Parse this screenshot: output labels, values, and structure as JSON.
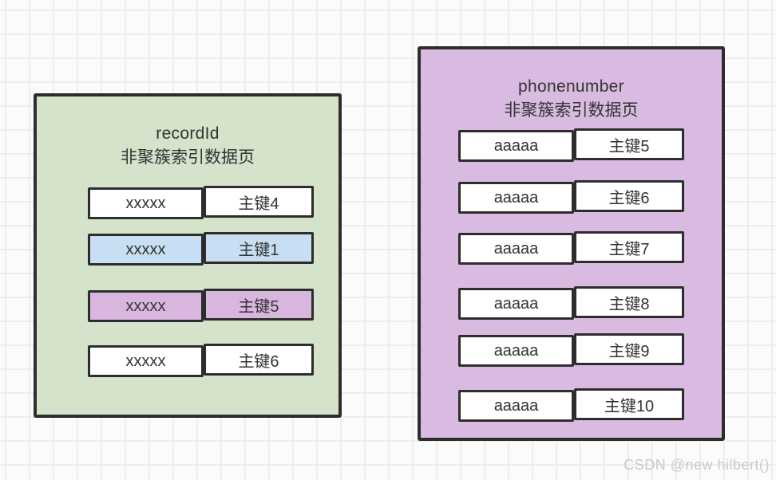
{
  "watermark": "CSDN @new hilbert()",
  "colors": {
    "outline": "#2d2d2d",
    "grid_line": "#ededed",
    "background": "#fbfbfb",
    "watermark_text": "#c9c9c9",
    "panel_left_fill": "#d4e3ca",
    "panel_right_fill": "#d9bbe2",
    "highlight_blue": "#c7def3",
    "highlight_purple": "#d9b6de",
    "row_default": "#ffffff"
  },
  "panels": [
    {
      "id": "recordid-page",
      "title": "recordId",
      "subtitle": "非聚簇索引数据页",
      "fill": "#d4e3ca",
      "rows": [
        {
          "value": "xxxxx",
          "key": "主键4",
          "highlight": "default"
        },
        {
          "value": "xxxxx",
          "key": "主键1",
          "highlight": "blue"
        },
        {
          "value": "xxxxx",
          "key": "主键5",
          "highlight": "purple"
        },
        {
          "value": "xxxxx",
          "key": "主键6",
          "highlight": "default"
        }
      ]
    },
    {
      "id": "phonenumber-page",
      "title": "phonenumber",
      "subtitle": "非聚簇索引数据页",
      "fill": "#d9bbe2",
      "rows": [
        {
          "value": "aaaaa",
          "key": "主键5",
          "highlight": "default"
        },
        {
          "value": "aaaaa",
          "key": "主键6",
          "highlight": "default"
        },
        {
          "value": "aaaaa",
          "key": "主键7",
          "highlight": "default"
        },
        {
          "value": "aaaaa",
          "key": "主键8",
          "highlight": "default"
        },
        {
          "value": "aaaaa",
          "key": "主键9",
          "highlight": "default"
        },
        {
          "value": "aaaaa",
          "key": "主键10",
          "highlight": "default"
        }
      ]
    }
  ]
}
